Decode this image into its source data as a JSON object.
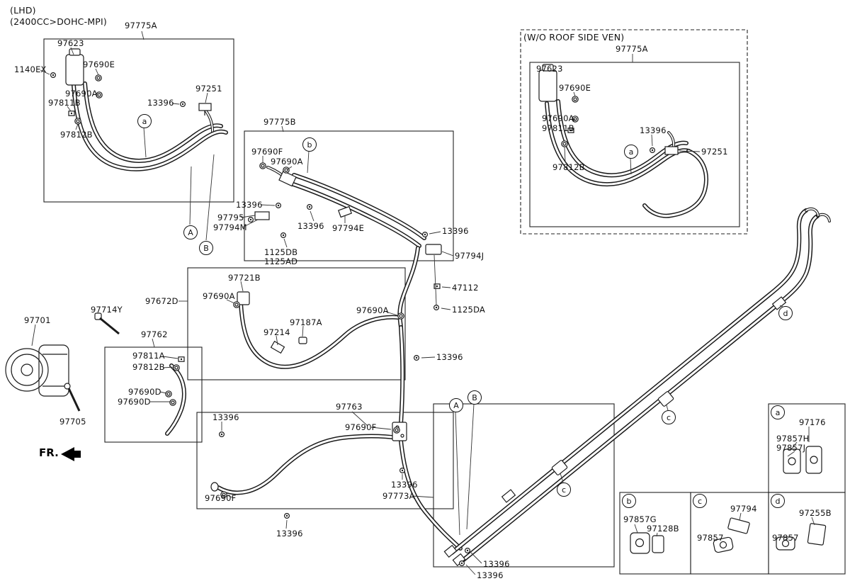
{
  "header": {
    "drive": "(LHD)",
    "engine": "(2400CC>DOHC-MPI)"
  },
  "notes": {
    "wo_roof": "(W/O ROOF SIDE VEN)",
    "front": "FR."
  },
  "callouts": {
    "A": "A",
    "B": "B",
    "a": "a",
    "b": "b",
    "c": "c",
    "d": "d"
  },
  "parts": {
    "p97775A": "97775A",
    "p97623": "97623",
    "p1140EX": "1140EX",
    "p97690E": "97690E",
    "p97690A": "97690A",
    "p97811B": "97811B",
    "p97812B": "97812B",
    "p13396": "13396",
    "p97251": "97251",
    "p97775B": "97775B",
    "p97690F": "97690F",
    "p97795": "97795",
    "p97794M": "97794M",
    "p97794E": "97794E",
    "p97794J": "97794J",
    "p1125DB": "1125DB",
    "p1125AD": "1125AD",
    "p47112": "47112",
    "p97721B": "97721B",
    "p1125DA": "1125DA",
    "p97672D": "97672D",
    "p97187A": "97187A",
    "p97214": "97214",
    "p97714Y": "97714Y",
    "p97701": "97701",
    "p97762": "97762",
    "p97811A": "97811A",
    "p97690D": "97690D",
    "p97705": "97705",
    "p97763": "97763",
    "p97773A": "97773A",
    "p97176": "97176",
    "p97857H": "97857H",
    "p97857J": "97857J",
    "p97857G": "97857G",
    "p97128B": "97128B",
    "p97794": "97794",
    "p97857": "97857",
    "p97255B": "97255B"
  }
}
